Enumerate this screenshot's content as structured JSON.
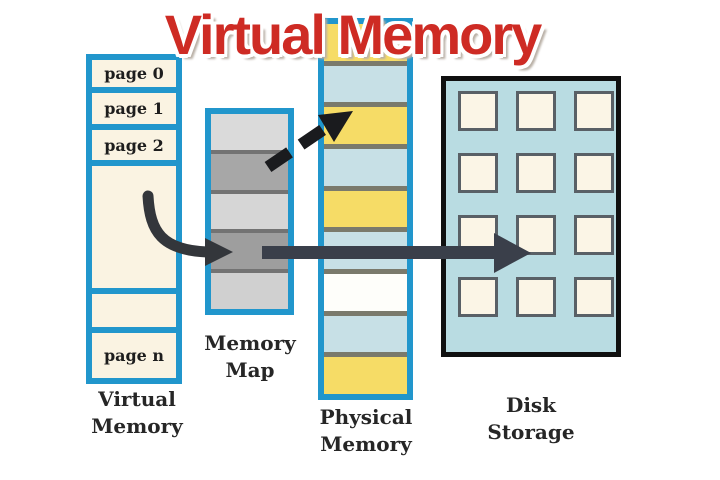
{
  "title": "Virtual Memory",
  "colors": {
    "title_red": "#ce2b24",
    "column_border_blue": "#2196cc",
    "page_cell_cream": "#faf3e2",
    "yellow_frame": "#f6dc66",
    "blue_frame": "#c7e0e6",
    "white_frame": "#fefefa",
    "map_light_gray": "#dadada",
    "map_dark_gray": "#a5a5a5",
    "disk_fill": "#b9dce2",
    "disk_square_fill": "#fbf5e6",
    "arrow_dark": "#33363b",
    "label_dark": "#262626"
  },
  "virtual_memory": {
    "label_line1": "Virtual",
    "label_line2": "Memory",
    "cells": [
      {
        "text": "page 0"
      },
      {
        "text": "page 1"
      },
      {
        "text": "page 2"
      },
      {
        "text": ""
      },
      {
        "text": ""
      },
      {
        "text": "page n"
      }
    ]
  },
  "memory_map": {
    "label_line1": "Memory",
    "label_line2": "Map",
    "cells": [
      {
        "color": "#dadada"
      },
      {
        "color": "#a7a7a7"
      },
      {
        "color": "#d6d6d6"
      },
      {
        "color": "#9e9e9e"
      },
      {
        "color": "#d0d0d0"
      }
    ]
  },
  "physical_memory": {
    "label_line1": "Physical",
    "label_line2": "Memory",
    "cells": [
      {
        "color": "#f6dc66"
      },
      {
        "color": "#c7e0e6"
      },
      {
        "color": "#f6dc66"
      },
      {
        "color": "#c7e0e6"
      },
      {
        "color": "#f6dc66"
      },
      {
        "color": "#c7e0e6"
      },
      {
        "color": "#fefefa"
      },
      {
        "color": "#c7e0e6"
      },
      {
        "color": "#f6dc66"
      }
    ]
  },
  "disk_storage": {
    "label_line1": "Disk",
    "label_line2": "Storage",
    "rows": 4,
    "cols": 3
  }
}
